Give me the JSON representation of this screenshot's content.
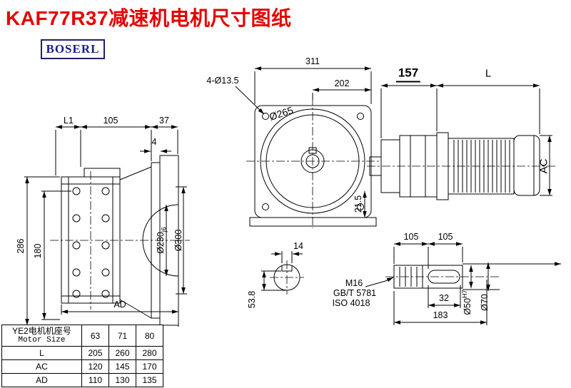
{
  "page": {
    "title": "KAF77R37减速机电机尺寸图纸",
    "logo": "BOSERL"
  },
  "colors": {
    "title_red": "#e60000",
    "logo_navy": "#1b1b8f",
    "line_black": "#000000"
  },
  "front_view": {
    "dim_overall_width": "311",
    "dim_202": "202",
    "dim_holes": "4-Ø13.5",
    "dim_flange_dia": "Ø265",
    "dim_21_5": "21.5"
  },
  "side_view": {
    "dim_157": "157",
    "dim_L": "L",
    "dim_AC": "AC"
  },
  "left_view": {
    "dim_L1": "L1",
    "dim_105": "105",
    "dim_37": "37",
    "dim_4": "4",
    "dim_286": "286",
    "dim_180": "180",
    "dim_230": "Ø230",
    "dim_230_tol": "j6",
    "dim_300": "Ø300",
    "dim_AD": "AD"
  },
  "shaft_section": {
    "dim_key_width": "14",
    "dim_53_8": "53.8"
  },
  "shaft_detail": {
    "dim_105a": "105",
    "dim_105b": "105",
    "thread": "M16",
    "thread_std1": "GB/T 5781",
    "thread_std2": "ISO 4018",
    "dim_32": "32",
    "dim_183": "183",
    "dim_50": "Ø50",
    "dim_50_tol": "H7",
    "dim_70": "Ø70"
  },
  "table": {
    "header_line1": "YE2电机机座号",
    "header_line2": "Motor Size",
    "sizes": [
      "63",
      "71",
      "80"
    ],
    "rows": [
      {
        "label": "L",
        "values": [
          "205",
          "260",
          "280"
        ]
      },
      {
        "label": "AC",
        "values": [
          "120",
          "145",
          "170"
        ]
      },
      {
        "label": "AD",
        "values": [
          "110",
          "130",
          "135"
        ]
      }
    ]
  }
}
